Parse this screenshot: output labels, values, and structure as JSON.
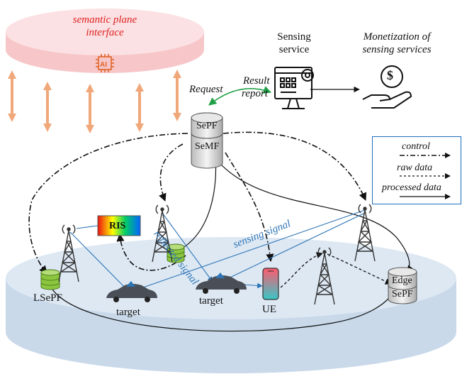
{
  "semantic_plane": {
    "title_line1": "semantic plane",
    "title_line2": "interface",
    "chip_label": "AI"
  },
  "labels": {
    "sensing_service_line1": "Sensing",
    "sensing_service_line2": "service",
    "monetization_line1": "Monetization of",
    "monetization_line2": "sensing services",
    "request": "Request",
    "result_line1": "Result",
    "result_line2": "report",
    "sepf": "SePF",
    "semf": "SeMF",
    "ris": "RIS",
    "reflected_signal": "reflected signal",
    "sensing_signal": "sensing signal",
    "lsepf": "LSePF",
    "target1": "target",
    "target2": "target",
    "ue": "UE",
    "edge_line1": "Edge",
    "edge_line2": "SePF",
    "dollar": "$"
  },
  "legend": {
    "control": "control",
    "raw_data": "raw data",
    "processed_data": "processed data"
  },
  "colors": {
    "semantic_plane": "#f8d7da",
    "ground_plane": "#d6e3f0",
    "arrow_orange": "#f0a77a",
    "signal_blue": "#2e75b6",
    "request_green": "#22a046",
    "database_green": "#8cc63f"
  }
}
